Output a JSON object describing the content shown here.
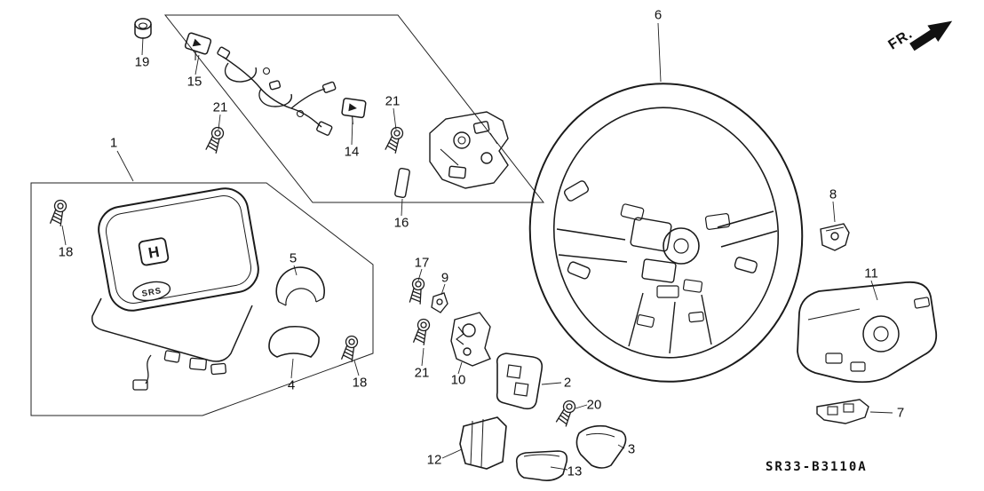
{
  "diagram": {
    "code": "SR33-B3110A",
    "direction": "FR.",
    "badges": {
      "srs": "SRS",
      "logo": "H"
    }
  },
  "callouts": [
    {
      "label": "19"
    },
    {
      "label": "15"
    },
    {
      "label": "21"
    },
    {
      "label": "14"
    },
    {
      "label": "21"
    },
    {
      "label": "16"
    },
    {
      "label": "6"
    },
    {
      "label": "1"
    },
    {
      "label": "18"
    },
    {
      "label": "5"
    },
    {
      "label": "4"
    },
    {
      "label": "18"
    },
    {
      "label": "17"
    },
    {
      "label": "9"
    },
    {
      "label": "21"
    },
    {
      "label": "10"
    },
    {
      "label": "2"
    },
    {
      "label": "20"
    },
    {
      "label": "12"
    },
    {
      "label": "13"
    },
    {
      "label": "3"
    },
    {
      "label": "8"
    },
    {
      "label": "11"
    },
    {
      "label": "7"
    }
  ]
}
